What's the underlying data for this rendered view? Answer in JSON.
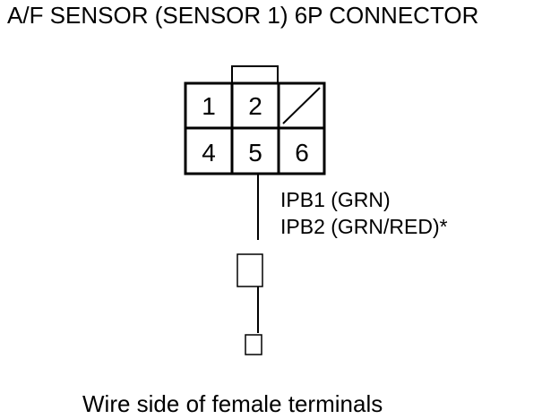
{
  "title": "A/F SENSOR (SENSOR 1) 6P CONNECTOR",
  "connector": {
    "top_row": [
      "1",
      "2",
      ""
    ],
    "bottom_row": [
      "4",
      "5",
      "6"
    ],
    "empty_cavity": "slash"
  },
  "wire_labels": {
    "line1": "IPB1 (GRN)",
    "line2": "IPB2 (GRN/RED)*"
  },
  "caption": "Wire side of female terminals",
  "colors": {
    "line": "#000000",
    "background": "#ffffff"
  }
}
